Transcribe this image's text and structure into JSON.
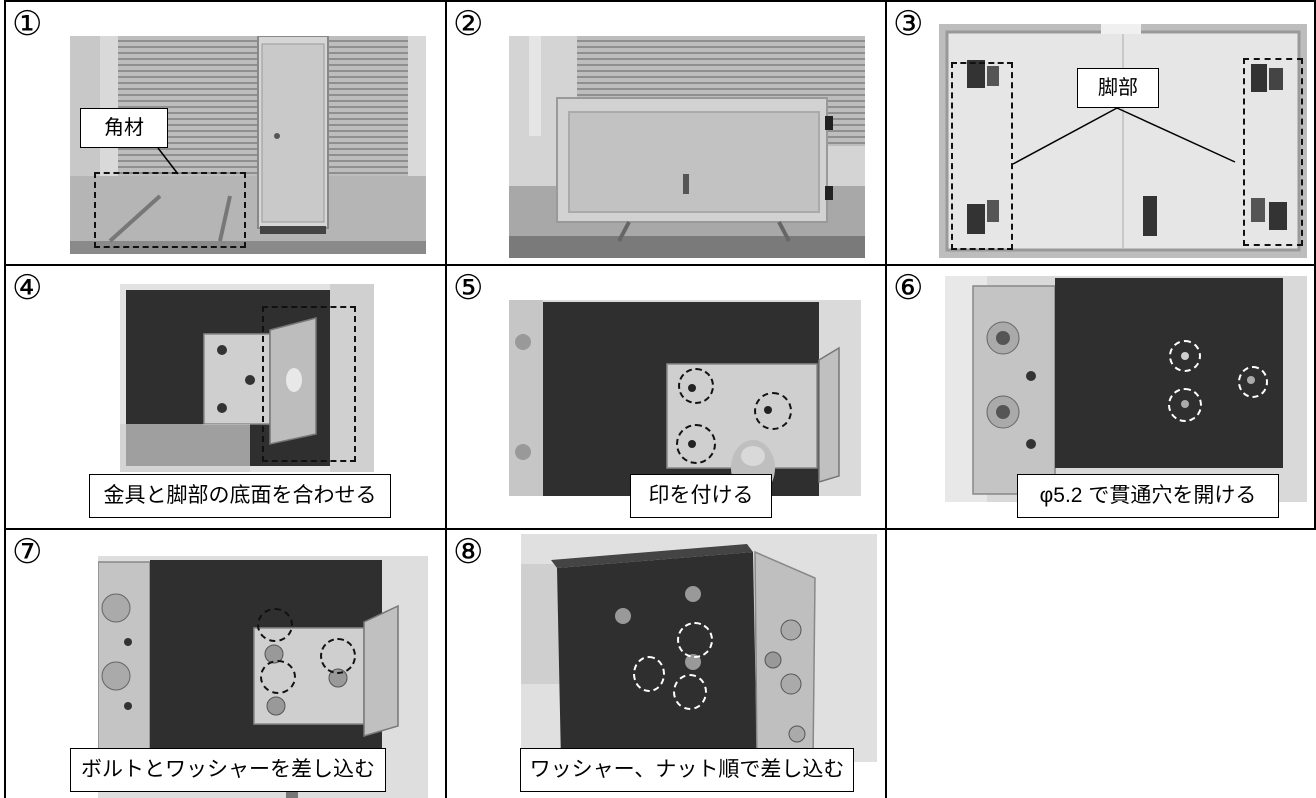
{
  "steps": [
    {
      "number": "①",
      "label": "角材"
    },
    {
      "number": "②"
    },
    {
      "number": "③",
      "label": "脚部"
    },
    {
      "number": "④",
      "caption": "金具と脚部の底面を合わせる"
    },
    {
      "number": "⑤",
      "caption": "印を付ける"
    },
    {
      "number": "⑥",
      "caption": "φ5.2 で貫通穴を開ける"
    },
    {
      "number": "⑦",
      "caption": "ボルトとワッシャーを差し込む"
    },
    {
      "number": "⑧",
      "caption": "ワッシャー、ナット順で差し込む"
    }
  ]
}
